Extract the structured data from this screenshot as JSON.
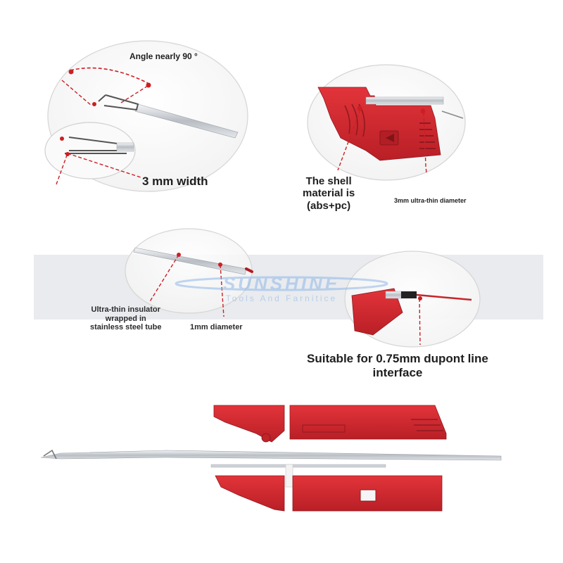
{
  "labels": {
    "angle": "Angle nearly 90 °",
    "width": "3 mm width",
    "shell_line1": "The shell",
    "shell_line2": "material is",
    "shell_line3": "(abs+pc)",
    "ultra_thin_diameter": "3mm ultra-thin diameter",
    "insulator_line1": "Ultra-thin insulator",
    "insulator_line2": "wrapped in",
    "insulator_line3": "stainless steel tube",
    "one_mm_diameter": "1mm diameter",
    "dupont_line1": "Suitable for 0.75mm dupont line",
    "dupont_line2": "interface"
  },
  "watermark": {
    "brand": "SUNSHINE",
    "tagline": "Tools And Farnitice"
  },
  "colors": {
    "tool_red": "#d7282f",
    "tool_red_dark": "#a81d24",
    "steel": "#c9cdd2",
    "marker_red": "#cc1f24",
    "band_gray": "#e9ebee",
    "watermark_blue": "#8fb7e8"
  },
  "icons": {
    "callout_dot": "red-dot-icon"
  }
}
